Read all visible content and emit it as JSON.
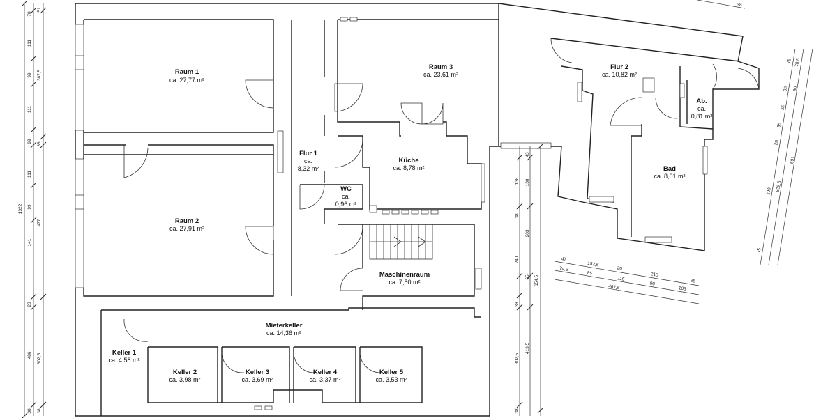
{
  "rooms": {
    "raum1": {
      "name": "Raum 1",
      "area": "ca. 27,77 m²"
    },
    "raum2": {
      "name": "Raum 2",
      "area": "ca. 27,91 m²"
    },
    "raum3": {
      "name": "Raum 3",
      "area": "ca. 23,61 m²"
    },
    "flur1": {
      "name": "Flur 1",
      "line2": "ca.",
      "area": "8,32 m²"
    },
    "kueche": {
      "name": "Küche",
      "area": "ca. 8,78 m²"
    },
    "wc": {
      "name": "WC",
      "line2": "ca.",
      "area": "0,96 m²"
    },
    "flur2": {
      "name": "Flur 2",
      "area": "ca. 10,82 m²"
    },
    "ab": {
      "name": "Ab.",
      "line2": "ca.",
      "area": "0,81 m²"
    },
    "bad": {
      "name": "Bad",
      "area": "ca. 8,01 m²"
    },
    "maschinenraum": {
      "name": "Maschinenraum",
      "area": "ca. 7,50 m²"
    },
    "mieterkeller": {
      "name": "Mieterkeller",
      "area": "ca. 14,36 m²"
    },
    "keller1": {
      "name": "Keller 1",
      "area": "ca. 4,58 m²"
    },
    "keller2": {
      "name": "Keller 2",
      "area": "ca. 3,98 m²"
    },
    "keller3": {
      "name": "Keller 3",
      "area": "ca. 3,69 m²"
    },
    "keller4": {
      "name": "Keller 4",
      "area": "ca. 3,37 m²"
    },
    "keller5": {
      "name": "Keller 5",
      "area": "ca. 3,53 m²"
    }
  },
  "dimensions": {
    "left_outer": {
      "total": "1322"
    },
    "left_inner": {
      "segments": [
        "78",
        "111",
        "99",
        "111",
        "99",
        "111",
        "99",
        "141",
        "28",
        "486",
        "38"
      ]
    },
    "left_mid": {
      "segments": [
        "51",
        "387,5",
        "38",
        "477",
        "302,5",
        "38"
      ]
    },
    "center_a": {
      "segments": [
        "43",
        "130",
        "203",
        "240",
        "65",
        "38",
        "302,5",
        "38"
      ]
    },
    "center_b": {
      "segments": [
        "138",
        "38",
        "413,5"
      ]
    },
    "center_c": {
      "total": "654,5"
    },
    "top_right": {
      "label": "38"
    },
    "right_a": {
      "segments": [
        "78",
        "95",
        "25",
        "95",
        "299",
        "75"
      ]
    },
    "right_b": {
      "segments": [
        "78,5",
        "26",
        "522,5"
      ]
    },
    "right_c": {
      "segments": [
        "90",
        "691"
      ]
    },
    "oblique_1": {
      "segments": [
        "47",
        "152,6",
        "20",
        "210",
        "38"
      ]
    },
    "oblique_2": {
      "segments": [
        "74,6",
        "85",
        "115",
        "90",
        "103"
      ]
    },
    "oblique_3": {
      "total": "467,6"
    }
  }
}
